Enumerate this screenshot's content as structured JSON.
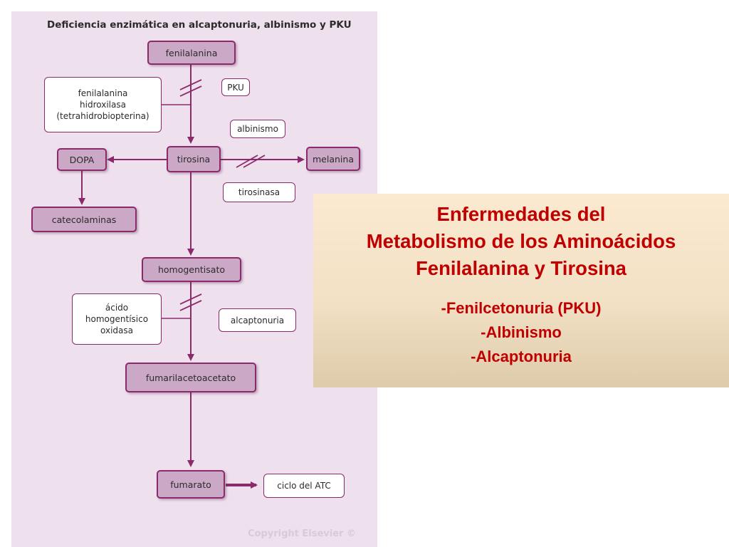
{
  "figure": {
    "title": "Deficiencia enzimática en alcaptonuria, albinismo y PKU",
    "molecules": {
      "fenilalanina": "fenilalanina",
      "tirosina": "tirosina",
      "dopa": "DOPA",
      "melanina": "melanina",
      "catecolaminas": "catecolaminas",
      "homogentisato": "homogentisato",
      "fumarilacetoacetato": "fumarilacetoacetato",
      "fumarato": "fumarato"
    },
    "enzymes": {
      "fah": [
        "fenilalanina",
        "hidroxilasa",
        "(tetrahidrobiopterina)"
      ],
      "tirosinasa": "tirosinasa",
      "hgo": [
        "ácido",
        "homogentísico",
        "oxidasa"
      ],
      "ciclo": "ciclo del ATC"
    },
    "diseases": {
      "pku": "PKU",
      "albinismo": "albinismo",
      "alcaptonuria": "alcaptonuria"
    },
    "copyright": "Copyright Elsevier ©",
    "colors": {
      "panel": "#efe0ee",
      "box_fill": "#cba8c6",
      "stroke": "#8b2a6b"
    }
  },
  "textbox": {
    "title_lines": [
      "Enfermedades del",
      "Metabolismo de los  Aminoácidos",
      "Fenilalanina y Tirosina"
    ],
    "items": [
      "-Fenilcetonuria (PKU)",
      "-Albinismo",
      "-Alcaptonuria"
    ],
    "text_color": "#c00000"
  }
}
